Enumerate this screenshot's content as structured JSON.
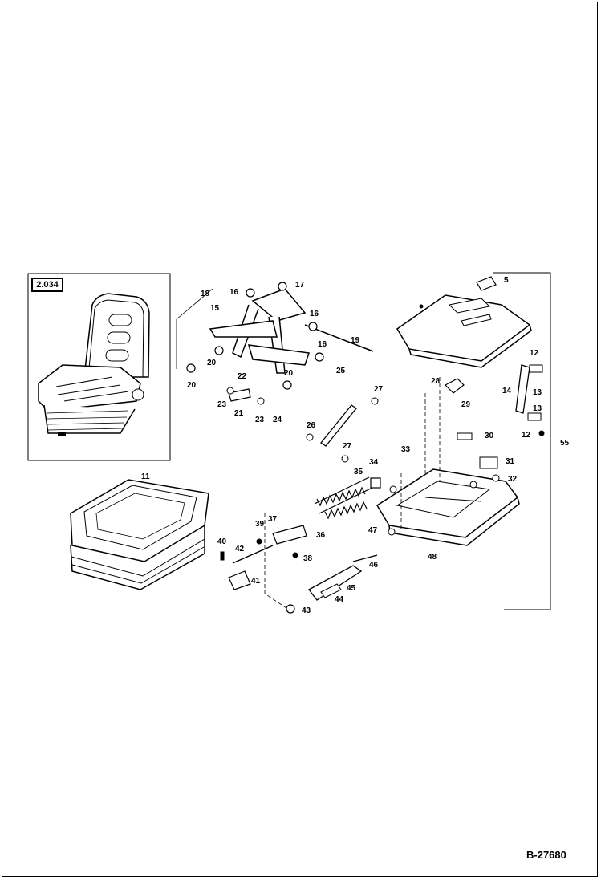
{
  "reference_tag": "2.034",
  "document_number": "B-27680",
  "callouts": {
    "c5": "5",
    "c11": "11",
    "c12a": "12",
    "c12b": "12",
    "c13a": "13",
    "c13b": "13",
    "c14": "14",
    "c15": "15",
    "c16a": "16",
    "c16b": "16",
    "c16c": "16",
    "c17": "17",
    "c18": "18",
    "c19": "19",
    "c20a": "20",
    "c20b": "20",
    "c20c": "20",
    "c21": "21",
    "c22": "22",
    "c23a": "23",
    "c23b": "23",
    "c24": "24",
    "c25": "25",
    "c26": "26",
    "c27a": "27",
    "c27b": "27",
    "c28": "28",
    "c29": "29",
    "c30": "30",
    "c31": "31",
    "c32": "32",
    "c33": "33",
    "c34": "34",
    "c35": "35",
    "c36": "36",
    "c37": "37",
    "c38": "38",
    "c39": "39",
    "c40": "40",
    "c41": "41",
    "c42": "42",
    "c43": "43",
    "c44": "44",
    "c45": "45",
    "c46": "46",
    "c47": "47",
    "c48": "48",
    "c55": "55"
  }
}
